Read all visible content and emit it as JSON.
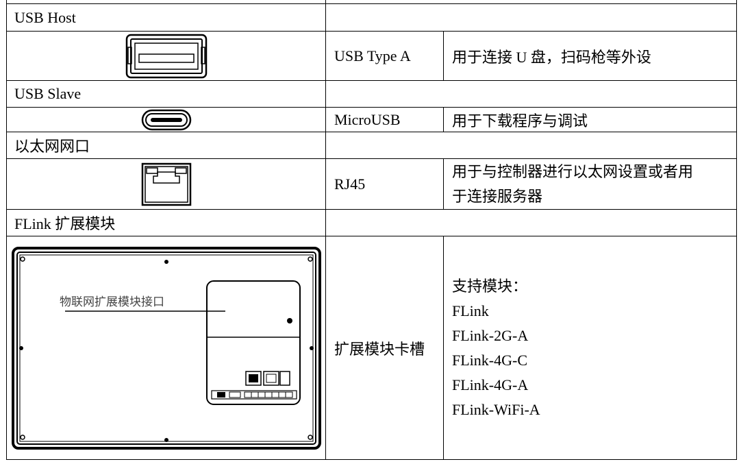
{
  "sections": [
    {
      "id": "usb-host",
      "title": "USB Host",
      "interface": "USB Type A",
      "description": "用于连接 U 盘，扫码枪等外设"
    },
    {
      "id": "usb-slave",
      "title": "USB Slave",
      "interface": "MicroUSB",
      "description": "用于下载程序与调试"
    },
    {
      "id": "ethernet",
      "title": "以太网网口",
      "interface": "RJ45",
      "description_lines": [
        "用于与控制器进行以太网设置或者用",
        "于连接服务器"
      ]
    },
    {
      "id": "flink",
      "title": "FLink 扩展模块",
      "interface": "扩展模块卡槽",
      "description_lines": [
        "支持模块：",
        "FLink",
        "FLink-2G-A",
        "FLink-4G-C",
        "FLink-4G-A",
        "FLink-WiFi-A"
      ],
      "figure_label": "物联网扩展模块接口"
    }
  ],
  "icons": {
    "usb_type_a": "usb-type-a-port-icon",
    "micro_usb": "micro-usb-port-icon",
    "rj45": "rj45-port-icon",
    "device_back": "device-back-panel-figure"
  }
}
